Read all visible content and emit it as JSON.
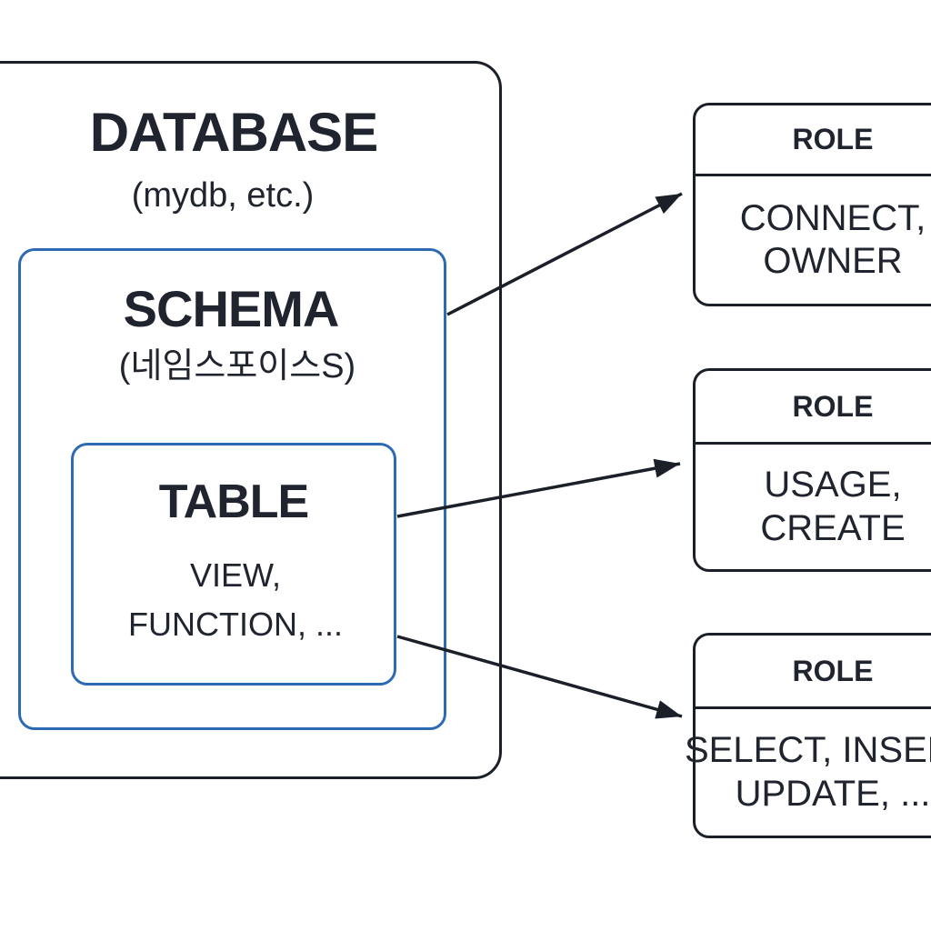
{
  "colors": {
    "background": "#ffffff",
    "ink": "#20242e",
    "outline_black": "#1b1f28",
    "accent_blue": "#2d6ab4"
  },
  "database_box": {
    "title": "DATABASE",
    "subtitle": "(mydb, etc.)"
  },
  "schema_box": {
    "title": "SCHEMA",
    "subtitle": "(네임스포이스S)"
  },
  "table_box": {
    "title": "TABLE",
    "items": "VIEW,\nFUNCTION, ..."
  },
  "role_boxes": [
    {
      "title": "ROLE",
      "privileges": "CONNECT,\nOWNER"
    },
    {
      "title": "ROLE",
      "privileges": "USAGE,\nCREATE"
    },
    {
      "title": "ROLE",
      "privileges": "SELECT, INSERT,\nUPDATE, ..."
    }
  ],
  "connections": [
    {
      "from": "schema-box",
      "to": "role-box-1"
    },
    {
      "from": "table-box",
      "to": "role-box-2"
    },
    {
      "from": "table-box",
      "to": "role-box-3"
    }
  ]
}
